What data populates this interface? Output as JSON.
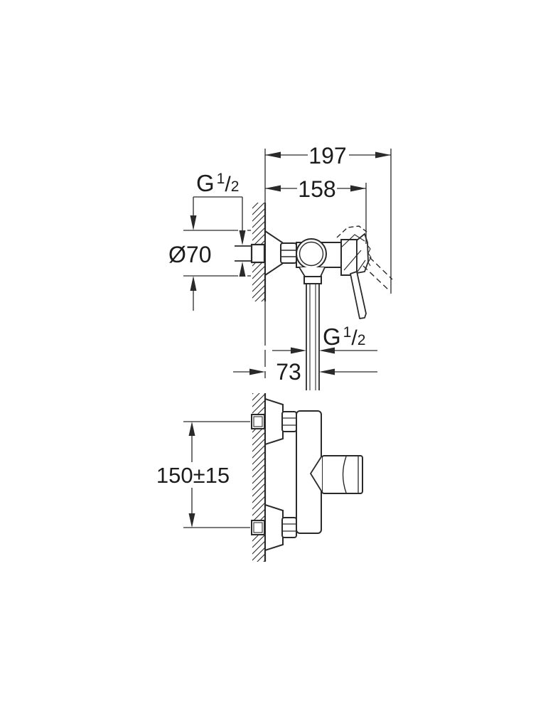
{
  "drawing": {
    "kind": "shower mixer installation dimension drawing",
    "dimensions": {
      "overall_depth": "197",
      "depth_to_handle": "158",
      "wall_to_outlet": "73",
      "inlet_center_distance": "150±15",
      "escutcheon_diameter": "Ø70",
      "thread_top": {
        "g": "G",
        "numerator": "1",
        "slash": "/",
        "denominator": "2"
      },
      "thread_bottom": {
        "g": "G",
        "numerator": "1",
        "slash": "/",
        "denominator": "2"
      }
    },
    "colors": {
      "line": "#2a2a2a",
      "text": "#1c1c1c",
      "background": "#ffffff"
    }
  }
}
